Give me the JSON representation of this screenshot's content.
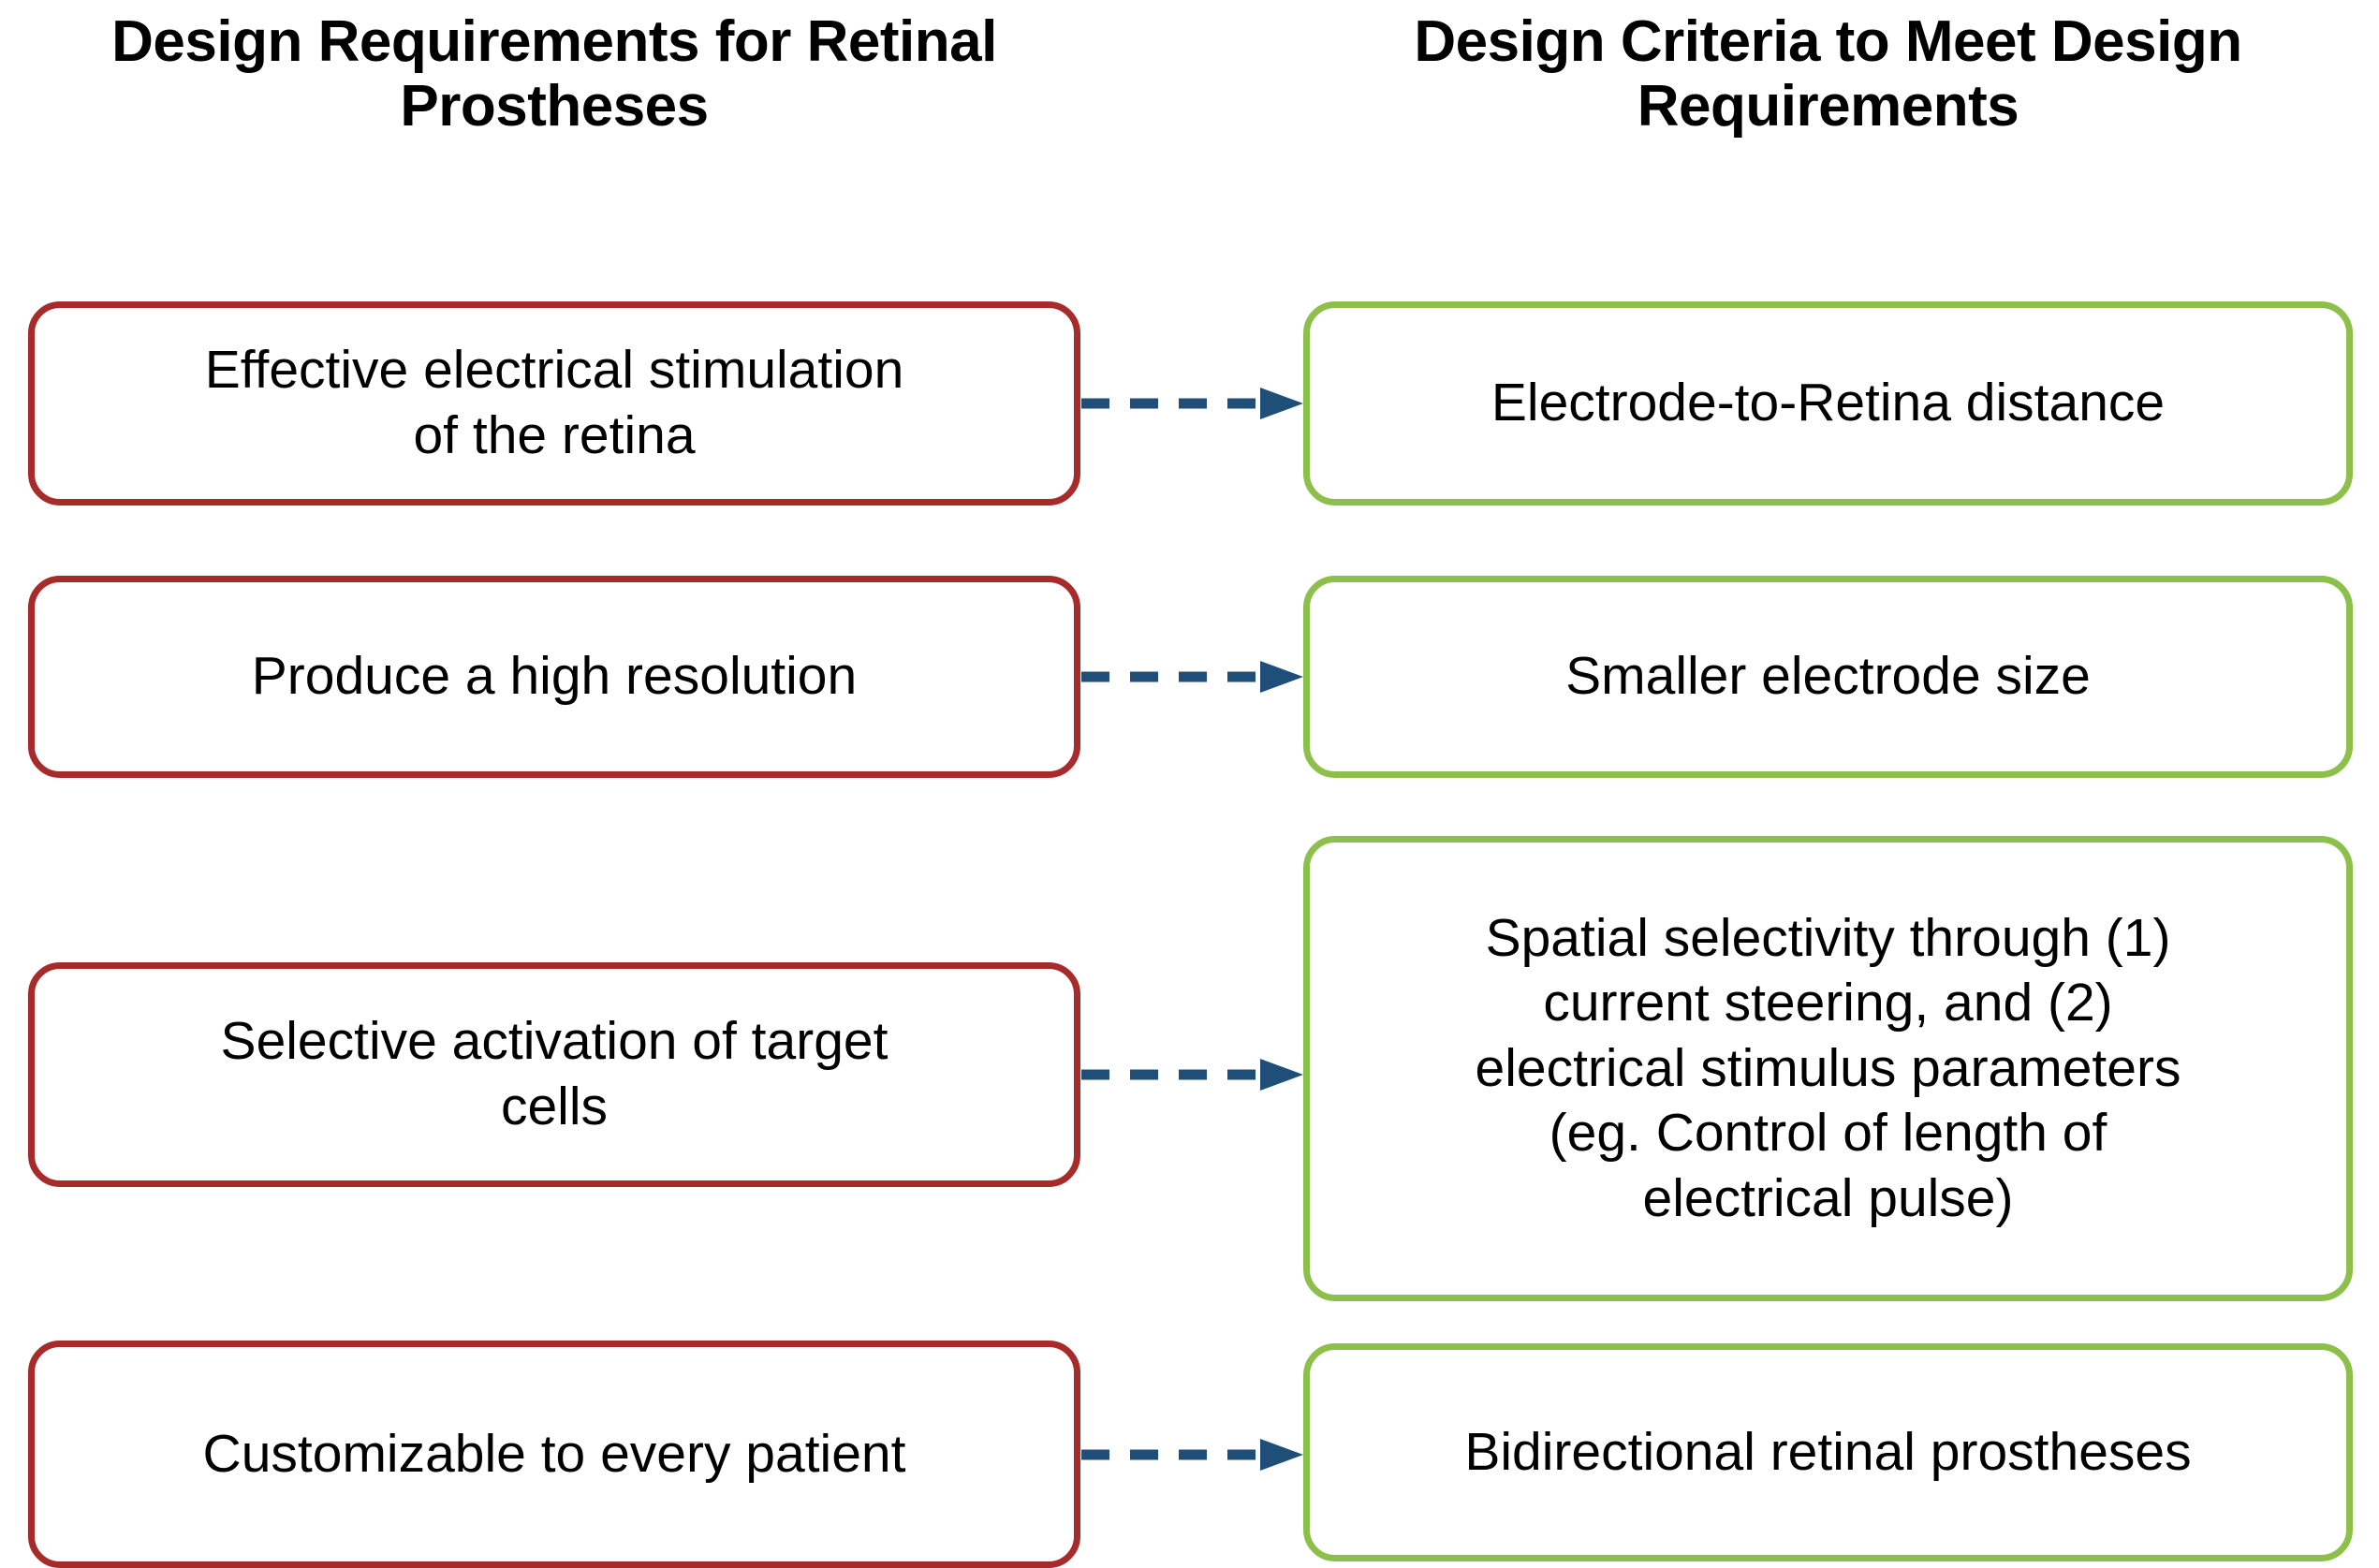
{
  "headers": {
    "left": "Design Requirements for\nRetinal Prostheses",
    "right": "Design Criteria to Meet Design\nRequirements"
  },
  "colors": {
    "requirement_border": "#a82b2b",
    "criteria_border": "#8cc04a",
    "arrow": "#1f4e79",
    "text": "#000000",
    "background": "#ffffff"
  },
  "rows": [
    {
      "requirement": "Effective electrical stimulation\nof the retina",
      "criteria": "Electrode-to-Retina distance",
      "connector": "dashed-arrow-right"
    },
    {
      "requirement": "Produce a high resolution",
      "criteria": "Smaller electrode size",
      "connector": "dashed-arrow-right"
    },
    {
      "requirement": "Selective activation of target\ncells",
      "criteria": "Spatial selectivity through (1)\ncurrent steering, and (2)\nelectrical stimulus parameters\n(eg. Control of length of\nelectrical pulse)",
      "connector": "dashed-arrow-right"
    },
    {
      "requirement": "Customizable to every patient",
      "criteria": "Bidirectional retinal prostheses",
      "connector": "dashed-arrow-right"
    }
  ]
}
